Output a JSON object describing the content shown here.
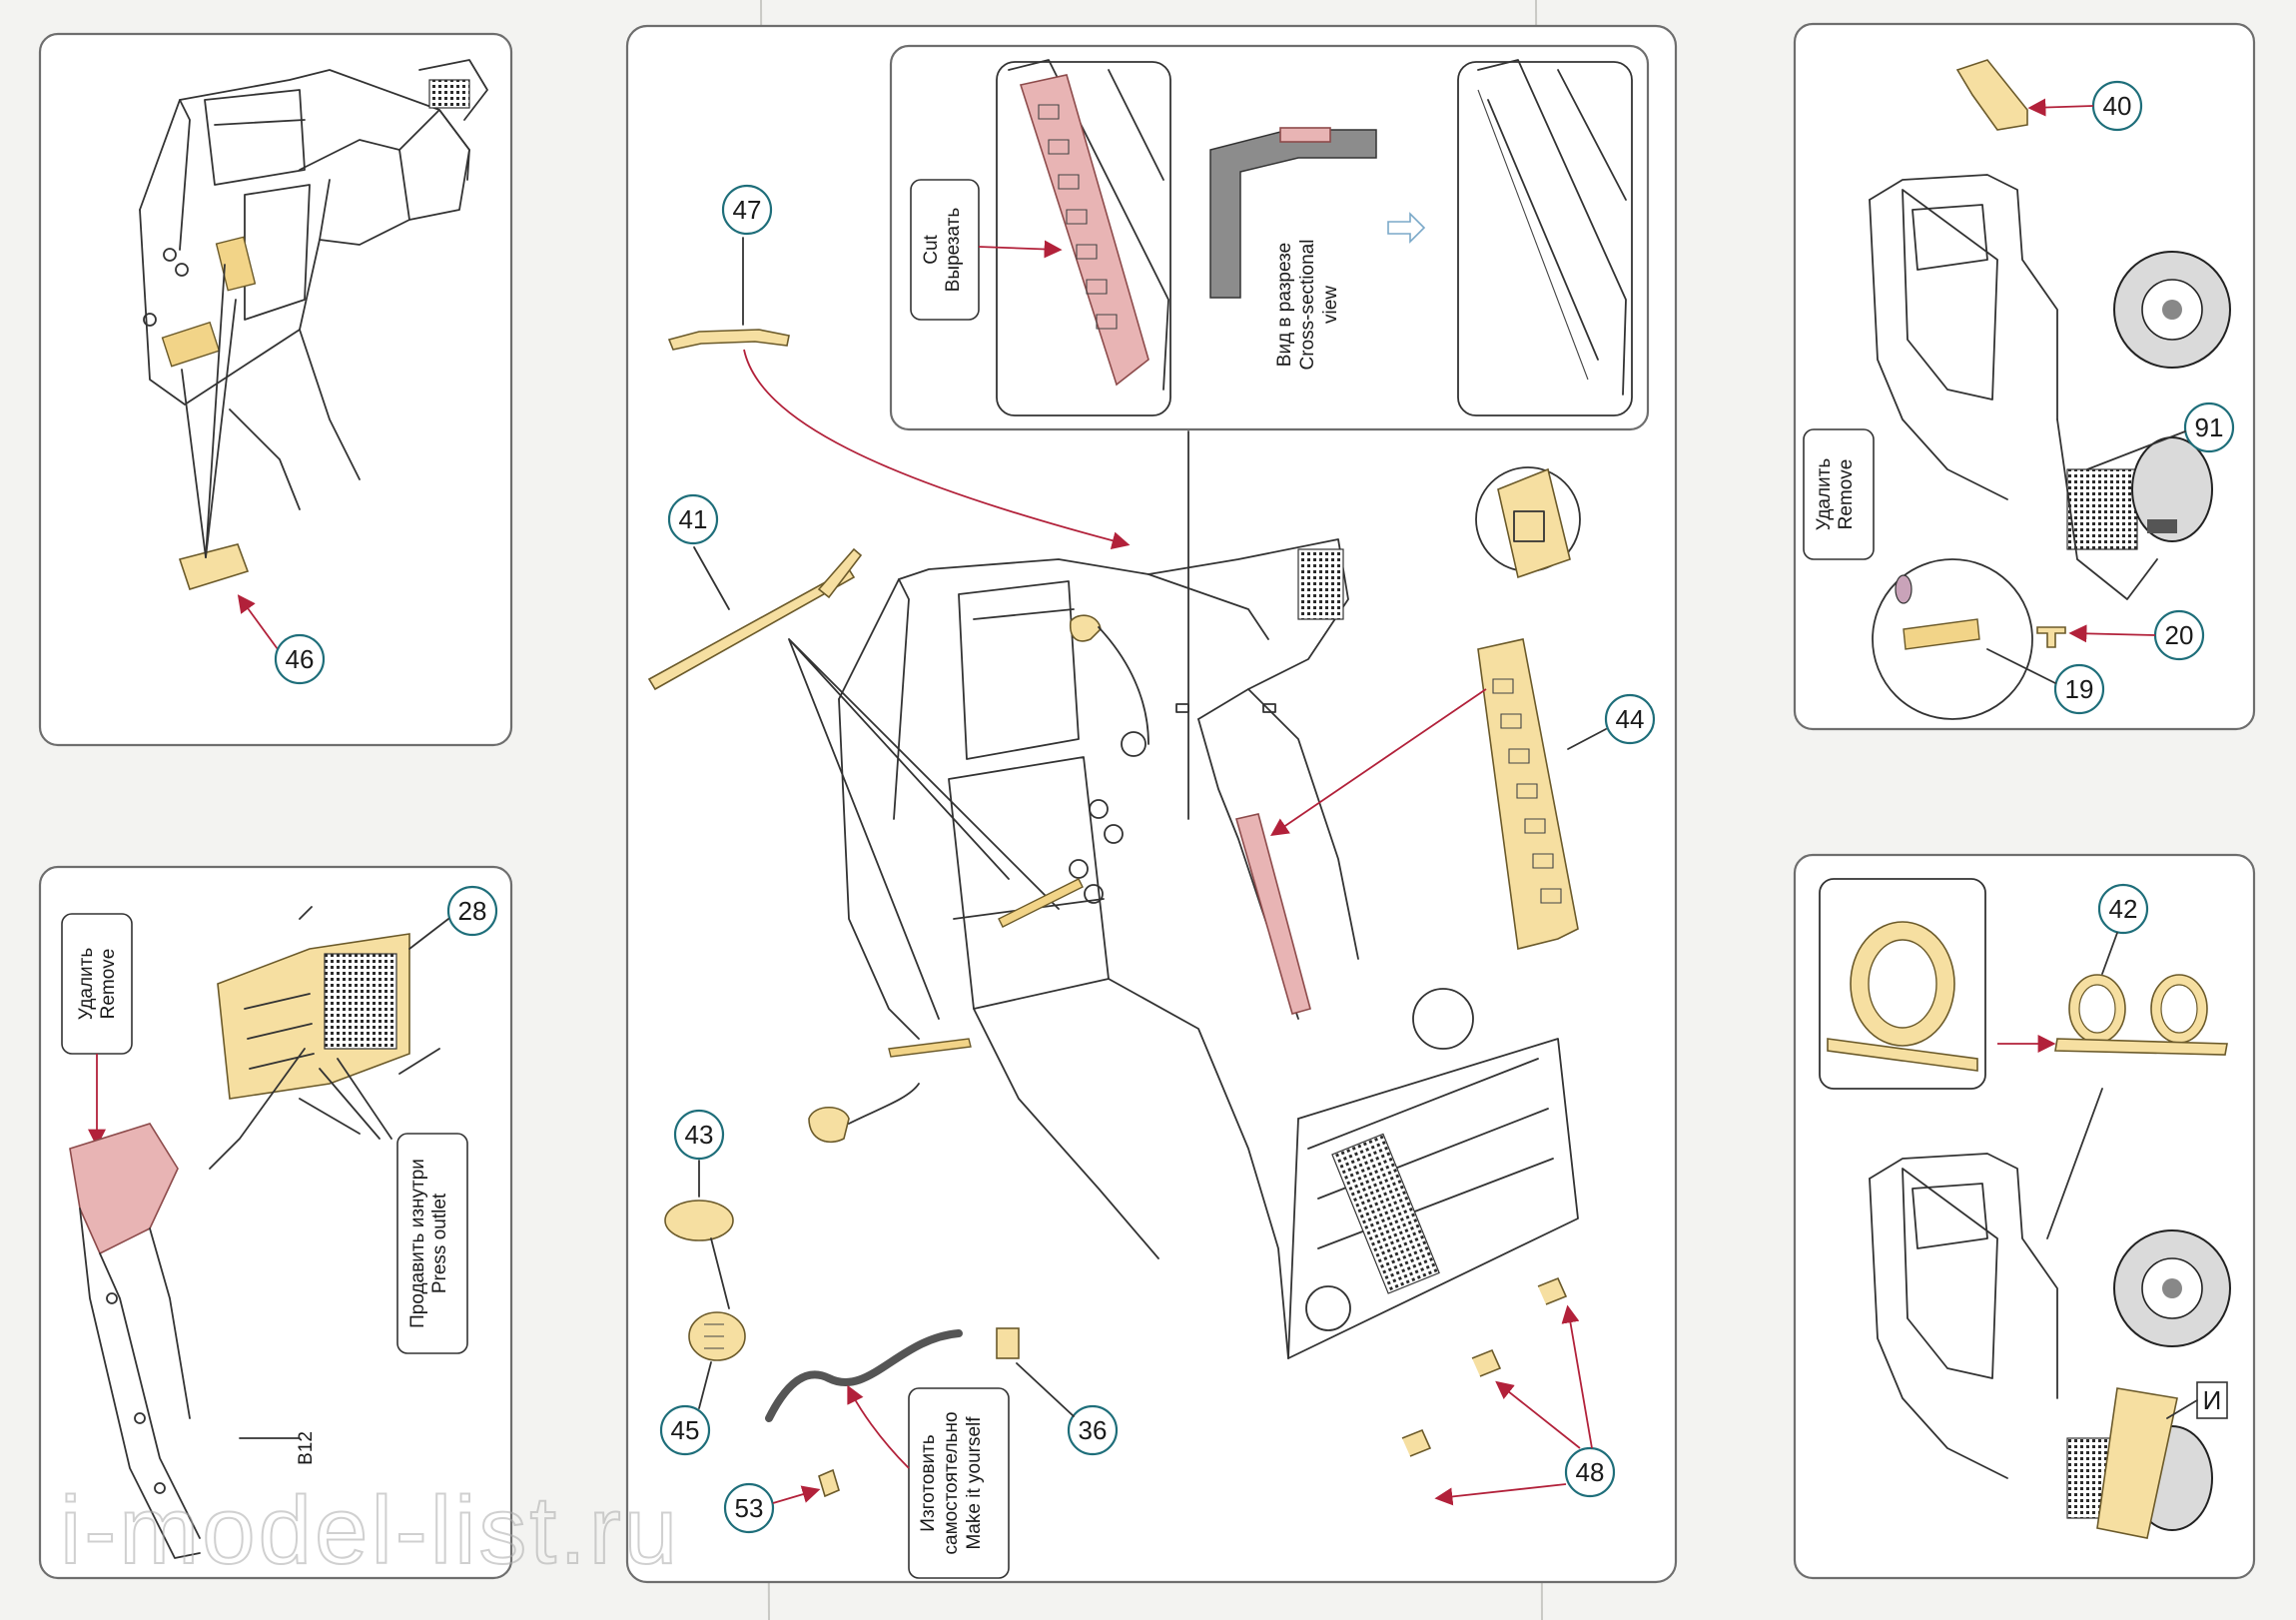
{
  "parts": {
    "p19": "19",
    "p20": "20",
    "p28": "28",
    "p36": "36",
    "p40": "40",
    "p41": "41",
    "p42": "42",
    "p43": "43",
    "p44": "44",
    "p45": "45",
    "p46": "46",
    "p47": "47",
    "p48": "48",
    "p53": "53",
    "p91": "91",
    "b12": "B12",
    "marker_i": "И"
  },
  "labels": {
    "remove_ru": "Удалить",
    "remove_en": "Remove",
    "press_outlet_ru": "Продавить изнутри",
    "press_outlet_en": "Press outlet",
    "cut_en": "Cut",
    "cut_ru": "Вырезать",
    "cross_section_ru": "Вид в разрезе",
    "cross_section_en_1": "Cross-sectional",
    "cross_section_en_2": "view",
    "make_it_ru_1": "Изготовить",
    "make_it_ru_2": "самостоятельно",
    "make_it_en": "Make it yourself"
  },
  "watermark": "i-model-list.ru",
  "colors": {
    "photo_etch": "#f6dfa1",
    "remove_highlight": "#e8b4b4",
    "leader_red": "#b2213a",
    "callout_ring": "#1e6e7a"
  }
}
